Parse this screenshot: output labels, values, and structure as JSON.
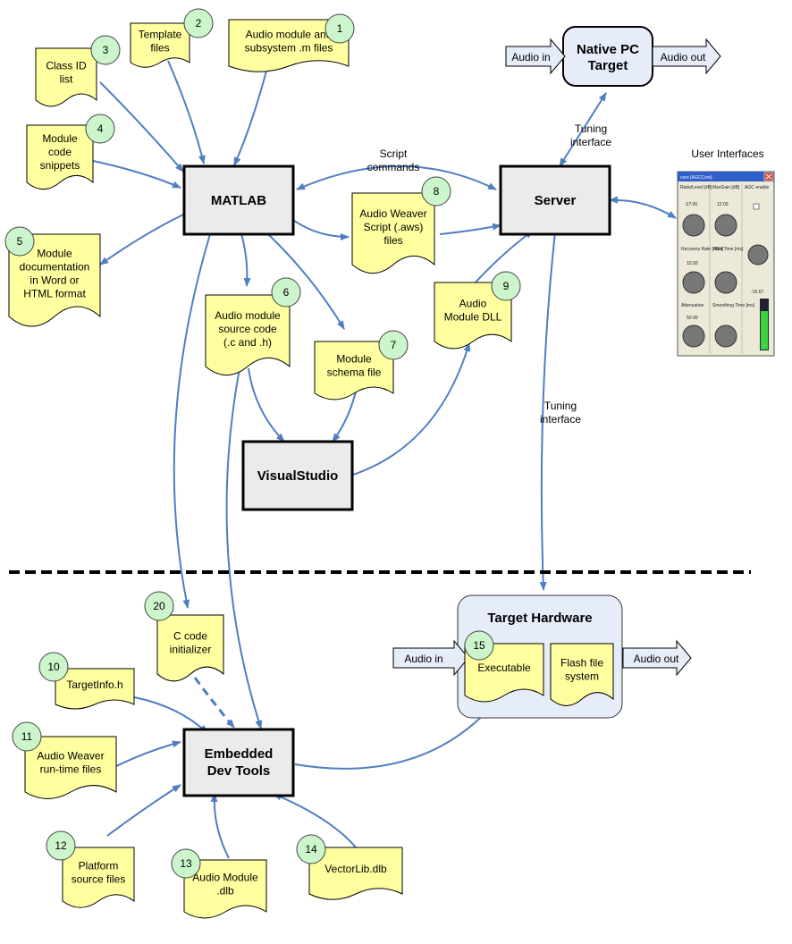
{
  "colors": {
    "doc_fill": "#ffffa0",
    "badge_fill": "#ccf5cc",
    "box_fill": "#ebebeb",
    "target_fill": "#e6edf8",
    "arrow": "#4f7ec2",
    "io_fill": "#e6edf8"
  },
  "boxes": {
    "matlab": "MATLAB",
    "server": "Server",
    "visualstudio": "VisualStudio",
    "embedded_line1": "Embedded",
    "embedded_line2": "Dev Tools",
    "native_line1": "Native PC",
    "native_line2": "Target",
    "target_hw": "Target Hardware"
  },
  "documents": [
    {
      "id": "1",
      "lines": [
        "Audio module and",
        "subsystem .m files"
      ]
    },
    {
      "id": "2",
      "lines": [
        "Template",
        "files"
      ]
    },
    {
      "id": "3",
      "lines": [
        "Class ID",
        "list"
      ]
    },
    {
      "id": "4",
      "lines": [
        "Module",
        "code",
        "snippets"
      ]
    },
    {
      "id": "5",
      "lines": [
        "Module",
        "documentation",
        "in Word or",
        "HTML format"
      ]
    },
    {
      "id": "6",
      "lines": [
        "Audio module",
        "source code",
        "(.c and .h)"
      ]
    },
    {
      "id": "7",
      "lines": [
        "Module",
        "schema file"
      ]
    },
    {
      "id": "8",
      "lines": [
        "Audio Weaver",
        "Script (.aws)",
        "files"
      ]
    },
    {
      "id": "9",
      "lines": [
        "Audio",
        "Module DLL"
      ]
    },
    {
      "id": "10",
      "lines": [
        "TargetInfo.h"
      ]
    },
    {
      "id": "11",
      "lines": [
        "Audio Weaver",
        "run-time files"
      ]
    },
    {
      "id": "12",
      "lines": [
        "Platform",
        "source files"
      ]
    },
    {
      "id": "13",
      "lines": [
        "Audio Module",
        ".dlb"
      ]
    },
    {
      "id": "14",
      "lines": [
        "VectorLib.dlb"
      ]
    },
    {
      "id": "15",
      "lines": [
        "Executable"
      ]
    },
    {
      "id": "20",
      "lines": [
        "C code",
        "initializer"
      ]
    },
    {
      "id": "",
      "lines": [
        "Flash file",
        "system"
      ]
    }
  ],
  "labels": {
    "script_commands": [
      "Script",
      "commands"
    ],
    "tuning_top": [
      "Tuning",
      "interface"
    ],
    "tuning_mid": [
      "Tuning",
      "interface"
    ],
    "user_interfaces": "User Interfaces"
  },
  "io": {
    "audio_in_top": "Audio in",
    "audio_out_top": "Audio out",
    "audio_in_bottom": "Audio in",
    "audio_out_bottom": "Audio out"
  },
  "ui_window": {
    "title": "core [AGCCore]",
    "labels": [
      "Ratio/Level [dB]",
      "MaxGain [dB]",
      "AGC enable",
      "-27.00",
      "12.00",
      "10.00",
      "Attenuation",
      "Smoothing Time [ms]",
      "50.00",
      "Recovery Rate [dB/s]",
      "Hold Time [ms]",
      "-15.67"
    ]
  }
}
